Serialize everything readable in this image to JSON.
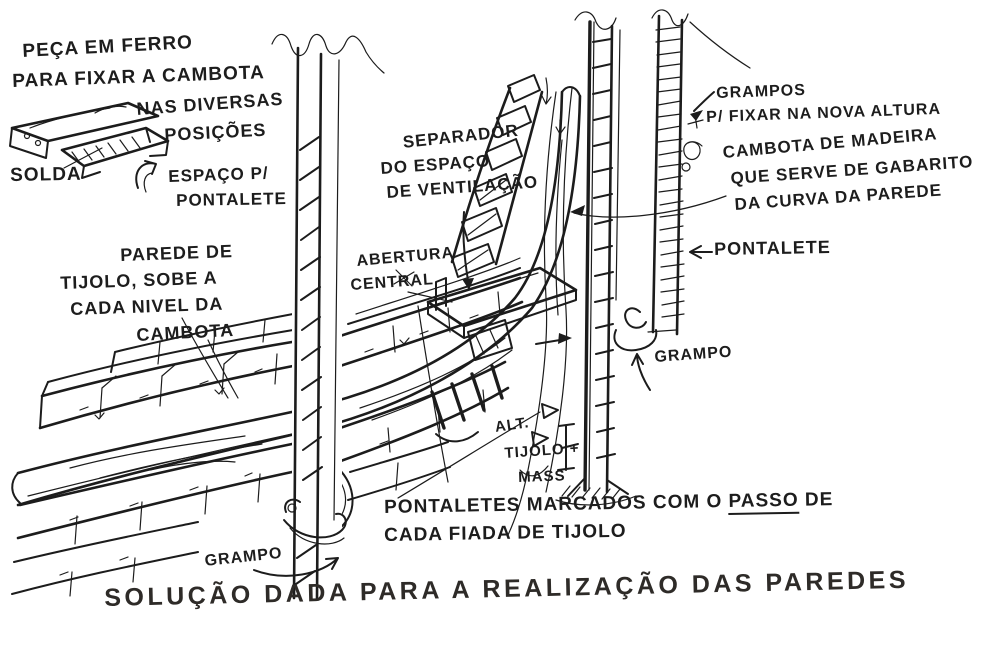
{
  "canvas": {
    "ink_color": "#1c1c1c",
    "paper_color": "#ffffff",
    "title_color": "#2e2b28"
  },
  "labels": {
    "peca_line1": "PEÇA EM FERRO",
    "peca_line2": "PARA FIXAR A CAMBOTA",
    "peca_line3": "NAS DIVERSAS",
    "peca_line4": "POSIÇÕES",
    "solda": "SOLDA",
    "espaco_line1": "ESPAÇO P/",
    "espaco_line2": "PONTALETE",
    "parede_line1": "PAREDE DE",
    "parede_line2": "TIJOLO, SOBE A",
    "parede_line3": "CADA NIVEL DA",
    "parede_line4": "CAMBOTA",
    "separador_line1": "SEPARADOR",
    "separador_line2": "DO ESPAÇO",
    "separador_line3": "DE VENTILAÇÃO",
    "abertura_line1": "ABERTURA",
    "abertura_line2": "CENTRAL",
    "grampos_line1": "GRAMPOS",
    "grampos_line2": "P/ FIXAR NA NOVA ALTURA",
    "cambota_line1": "CAMBOTA DE MADEIRA",
    "cambota_line2": "QUE SERVE DE GABARITO",
    "cambota_line3": "DA CURVA DA PAREDE",
    "pontalete": "PONTALETE",
    "grampo_right": "GRAMPO",
    "alt_line1": "ALT.",
    "alt_line2": "TIJOLO +",
    "alt_line3": "MASS",
    "marcados_pre": "PONTALETES MARCADOS COM O",
    "marcados_passo": "PASSO",
    "marcados_post": "DE",
    "marcados_line2": "CADA FIADA DE TIJOLO",
    "grampo_left": "GRAMPO",
    "title": "SOLUÇÃO DADA PARA A REALIZAÇÃO DAS PAREDES"
  }
}
